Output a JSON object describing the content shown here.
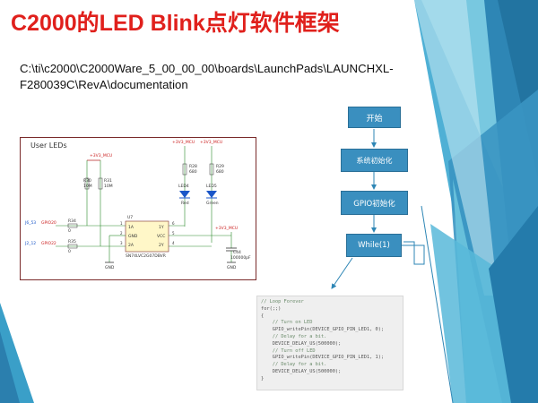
{
  "title": "C2000的LED Blink点灯软件框架",
  "path_lines": [
    "C:\\ti\\c2000\\C2000Ware_5_00_00_00\\boards\\LaunchPads\\LAUNCHXL-",
    "F280039C\\RevA\\documentation"
  ],
  "schematic": {
    "title": "User LEDs",
    "vcc_labels": [
      "+3V3_MCU",
      "+3V3_MCU",
      "+3V3_MCU",
      "+3V3_MCU"
    ],
    "r30": "R30",
    "r30_val": "10M",
    "r31": "R31",
    "r31_val": "10M",
    "r28": "R28",
    "r28_val": "680",
    "r29": "R29",
    "r29_val": "680",
    "led4": "LED4",
    "led4_color": "Red",
    "led5": "LED5",
    "led5_color": "Green",
    "net1_pin": "J6_53",
    "net1": "GPIO20",
    "net2_pin": "J2_12",
    "net2": "GPIO22",
    "r34": "R34",
    "r34_val": "0",
    "r35": "R35",
    "r35_val": "0",
    "ic": "U7",
    "ic_pins_left": [
      "1A",
      "GND",
      "2A"
    ],
    "ic_pins_right": [
      "1Y",
      "VCC",
      "2Y"
    ],
    "ic_pin_nums_left": [
      "1",
      "2",
      "3"
    ],
    "ic_pin_nums_right": [
      "6",
      "5",
      "4"
    ],
    "ic_part": "SN74LVC2G07DBVR",
    "c44": "C44",
    "c44_val": "100000pF",
    "gnd": "GND"
  },
  "flow": {
    "start": "开始",
    "sys_init": "系统初始化",
    "gpio_init": "GPIO初始化",
    "loop": "While(1)"
  },
  "code_lines": [
    "// Loop Forever",
    "for(;;)",
    "{",
    "    // Turn on LED",
    "    GPIO_writePin(DEVICE_GPIO_PIN_LED1, 0);",
    "    // Delay for a bit.",
    "    DEVICE_DELAY_US(500000);",
    "    // Turn off LED",
    "    GPIO_writePin(DEVICE_GPIO_PIN_LED1, 1);",
    "    // Delay for a bit.",
    "    DEVICE_DELAY_US(500000);",
    "}"
  ],
  "colors": {
    "title": "#e0201c",
    "flow_box": "#3a8fbf",
    "deco_dark": "#2e86b5",
    "deco_light": "#63c0d8"
  }
}
